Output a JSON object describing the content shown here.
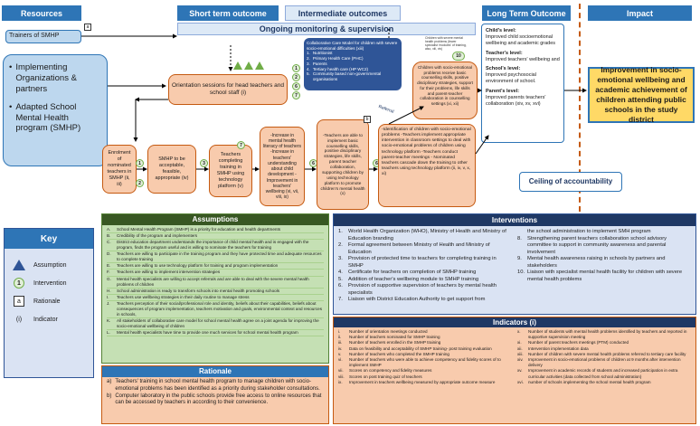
{
  "headers": {
    "resources": "Resources",
    "short_term": "Short term outcome",
    "intermediate": "Intermediate outcomes",
    "long_term": "Long Term Outcome",
    "impact": "Impact",
    "monitoring": "Ongoing monitoring & supervision"
  },
  "resources": {
    "trainers": "Trainers of SMHP",
    "trainers_tag": "a",
    "bullets": [
      "Implementing Organizations & partners",
      "Adapted School Mental Health program (SMHP)"
    ]
  },
  "collab_box": {
    "title": "Collaborative Care Model for children with severe socio-emotional difficulties (xiii)",
    "items": [
      "Nutritionist",
      "Primary Health Care (PHC)",
      "Parents",
      "Tertiary health care (HP WC2)",
      "Community based non-governmental organisations"
    ]
  },
  "small_note": "Children with severe mental health problems (fewer specialist 'modules' of training, also, xiii, xiv)",
  "child_referral_box": "Children with socio-emotional problems receive basic counselling skills, positive disciplinary strategies, support for their problems, life skills and parent-teacher collaboration in counselling settings (xi, xii)",
  "referral_label": "Referral",
  "orientation_box": "Orientation sessions for head teachers and school staff (i)",
  "enrolment_box": "Enrolment of nominated teachers in SMHP (ii, iii)",
  "smhp_accept_box": "SMHP to be acceptable, feasible, appropriate (iv)",
  "teachers_training_box": "Teachers completing training in SMHP using technology platform (v)",
  "increase_box": "-Increase in mental health literacy of teachers -Increase in teachers' understanding about child development -Improvement in teachers' wellbeing (vi, vii, viii, ix)",
  "teachers_able_box": "-Teachers are able to implement basic counselling skills, positive disciplinary strategies, life skills, parent teacher collaboration, supporting children by using technology platform to promote children's mental health (x)",
  "identification_box": "-Identification of children with socio-emotional problems -Teachers implement appropriate intervention in classroom settings to deal with socio-emotional problems of children using technology platform -Teachers conduct parent-teacher meetings - Nominated teachers cascade down the training to other teachers using technology platform (ii, iv, v, x, xi)",
  "long_term_box": {
    "child_title": "Child's level:",
    "child_text": "Improved child socioemotional wellbeing and academic grades",
    "teacher_title": "Teacher's level:",
    "teacher_text": "Improved teachers' wellbeing and",
    "school_title": "School's level:",
    "school_text": "Improved psychosocial environment of school.",
    "parent_title": "Parent's level:",
    "parent_text": "Improved parents teachers' collaboration (xiv, xv, xvi)"
  },
  "impact_box": "Improvement in socio-emotional wellbeing and academic achievement of children attending public schools in the study district",
  "ceiling": "Ceiling of accountability",
  "assumptions": {
    "title": "Assumptions",
    "items": [
      [
        "A.",
        "School Mental Health Program (SMHP) is a priority for education and health departments"
      ],
      [
        "B.",
        "Credibility of the program and implementers"
      ],
      [
        "C.",
        "District education department understands the importance of child mental health and is engaged with the program, finds the program useful and is willing to nominate the teachers for training"
      ],
      [
        "D.",
        "Teachers are willing to participate in the training program and they have protected time and adequate resources to complete training"
      ],
      [
        "E.",
        "Teachers are willing to use technology platform for training and program implementation"
      ],
      [
        "F.",
        "Teachers are willing to implement intervention strategies"
      ],
      [
        "G.",
        "Mental health specialists are willing to accept referrals and are able to deal with the severe mental health problems of children"
      ],
      [
        "H.",
        "School administration is ready to transform schools into mental health promoting schools"
      ],
      [
        "I.",
        "Teachers use wellbeing strategies in their daily routine to manage stress"
      ],
      [
        "J.",
        "Teachers perception of their social/professional role and identity, beliefs about their capabilities, beliefs about consequences of program implementation, teachers motivation and goals, environmental context and resources in schools,"
      ],
      [
        "K.",
        "All stakeholders of collaborative care model for school mental health agree on a joint agenda for improving the socio-emotional wellbeing of children"
      ],
      [
        "L.",
        "Mental health specialists have time to provide one much services for school mental health program"
      ]
    ]
  },
  "rationale": {
    "title": "Rationale",
    "items": [
      [
        "a)",
        "Teachers' training in school mental health program to manage children with socio-emotional problems has been identified as a priority during stakeholder consultations."
      ],
      [
        "b)",
        "Computer laboratory in the public schools provide free access to online resources that can be accessed by teachers in according to their convenience."
      ]
    ]
  },
  "interventions": {
    "title": "Interventions",
    "left": [
      [
        "1.",
        "World Health Organization (WHO), Ministry of Health and Ministry of Education branding"
      ],
      [
        "2.",
        "Formal agreement between Ministry of Health and Ministry of Education"
      ],
      [
        "3.",
        "Provision of protected time to teachers for completing training in SMHP"
      ],
      [
        "4.",
        "Certificate for teachers on completion of SMHP training"
      ],
      [
        "5.",
        "Addition of teacher's wellbeing module to SMHP training"
      ],
      [
        "6.",
        "Provision of supportive supervision of teachers by mental health specialists"
      ],
      [
        "7.",
        "Liaison with District Education Authority to get support from"
      ]
    ],
    "right": [
      [
        "",
        "the school administration to implement SMH program"
      ],
      [
        "8.",
        "Strengthening parent teachers collaboration school advisory committee to support in community awareness and parental involvement"
      ],
      [
        "9.",
        "Mental health awareness raising in schools by partners and stakeholders"
      ],
      [
        "10.",
        "Liaison with specialist mental health facility for children with severe mental health problems"
      ]
    ]
  },
  "indicators": {
    "title": "Indicators (i)",
    "left": [
      [
        "i.",
        "Number of orientation meetings conducted"
      ],
      [
        "ii.",
        "Number of teachers nominated for SMHP training"
      ],
      [
        "iii.",
        "Number of teachers enrolled in the SMHP training"
      ],
      [
        "iv.",
        "Data on feasibility and acceptability of SMHP training- post training evaluation"
      ],
      [
        "v.",
        "Number of teachers who completed the SMHP training"
      ],
      [
        "vi.",
        "Number of teachers who were able to achieve competency and fidelity scores of to implement SMHP"
      ],
      [
        "vii.",
        "Scores on competency and fidelity measures"
      ],
      [
        "viii.",
        "Scores on post training quiz of teachers"
      ],
      [
        "ix.",
        "Improvement in teachers wellbeing measured by appropriate outcome measure"
      ]
    ],
    "right": [
      [
        "x.",
        "Number of students with mental health problems identified by teachers and reported in supportive supervision meeting"
      ],
      [
        "xi.",
        "Number of parent teachers meetings (PTM) conducted"
      ],
      [
        "xii.",
        "Intervention implementation data"
      ],
      [
        "xiii.",
        "Number of children with severe mental health problems referred to tertiary care facility"
      ],
      [
        "xiv.",
        "Improvement in socio-emotional problems of children at 9 months after intervention delivery"
      ],
      [
        "xv.",
        "Improvement in academic records of students and increased participation in extra curricular activities (data collected from school administration)"
      ],
      [
        "xvi.",
        "number of schools implementing the school mental health program"
      ]
    ]
  },
  "key": {
    "title": "Key",
    "items": [
      {
        "symbol": "A",
        "label": "Assumption"
      },
      {
        "symbol": "1",
        "label": "Intervention"
      },
      {
        "symbol": "a",
        "label": "Rationale"
      },
      {
        "symbol": "(i)",
        "label": "Indicator"
      }
    ]
  },
  "colors": {
    "header_blue": "#2e75b6",
    "navy": "#1f3864",
    "orange_fill": "#f8cbad",
    "orange_border": "#c55a11",
    "green_fill": "#c5e0b4",
    "yellow": "#ffd966",
    "impact_dash": "#c55a11"
  }
}
